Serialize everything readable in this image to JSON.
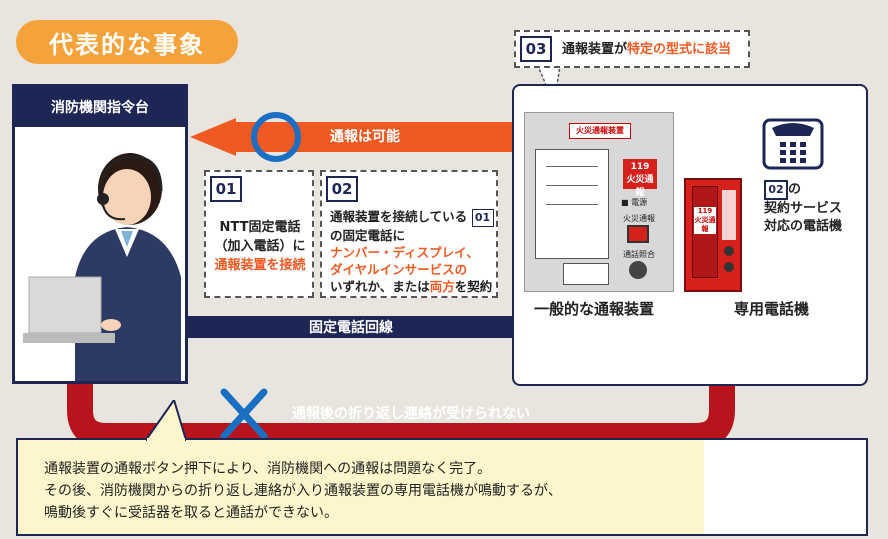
{
  "title_tag": "代表的な事象",
  "hq": {
    "title": "消防機関指令台"
  },
  "top_arrow": {
    "label": "通報は可能"
  },
  "bottom_arrow": {
    "label": "通報後の折り返し連絡が受けられない"
  },
  "line_bar": {
    "label": "固定電話回線"
  },
  "box01": {
    "num": "01",
    "line1": "NTT固定電話",
    "line2": "（加入電話）に",
    "line3": "通報装置を接続"
  },
  "box02": {
    "num": "02",
    "line1": "通報装置を接続している",
    "line1_num": "01",
    "line2": "の固定電話に",
    "line3": "ナンバー・ディスプレイ、",
    "line4": "ダイヤルインサービスの",
    "line5a": "いずれか、または",
    "line5b": "両方",
    "line5c": "を契約"
  },
  "box03": {
    "num": "03",
    "text_a": "通報装置が",
    "text_b": "特定の型式に該当"
  },
  "device": {
    "header": "火災通報装置",
    "red_label_1": "119",
    "red_label_2": "火災通報",
    "power_label": "電源",
    "button1_label": "火災通報",
    "button2_label": "通話照合",
    "label": "一般的な通報装置"
  },
  "phone": {
    "label": "専用電話機",
    "sticker_1": "119",
    "sticker_2": "火災通報"
  },
  "contract_phone": {
    "num": "02",
    "suffix": "の",
    "line2": "契約サービス",
    "line3": "対応の電話機"
  },
  "note": {
    "line1": "通報装置の通報ボタン押下により、消防機関への通報は問題なく完了。",
    "line2": "その後、消防機関からの折り返し連絡が入り通報装置の専用電話機が鳴動するが、",
    "line3": "鳴動後すぐに受話器を取ると通話ができない。"
  },
  "colors": {
    "navy": "#1e2656",
    "orange": "#ef5a23",
    "red": "#b8141c",
    "blue_marker": "#1a6fc2"
  }
}
